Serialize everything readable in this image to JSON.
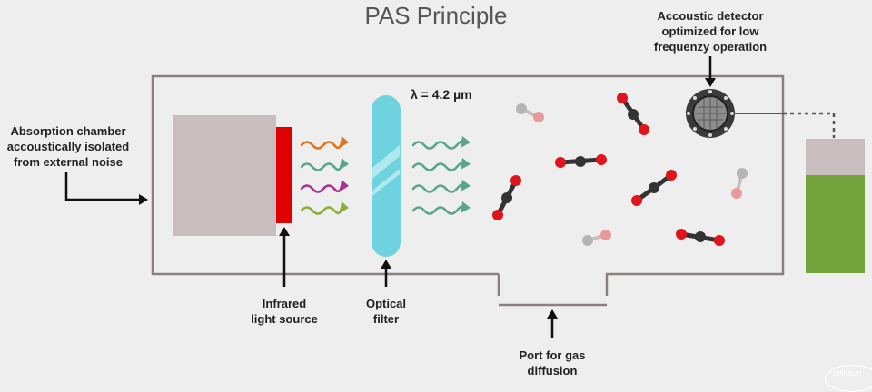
{
  "title": "PAS Principle",
  "labels": {
    "detector": [
      "Accoustic detector",
      "optimized for low",
      "frequenzy operation"
    ],
    "chamber": [
      "Absorption chamber",
      "accoustically isolated",
      "from external noise"
    ],
    "source": [
      "Infrared",
      "light source"
    ],
    "filter": [
      "Optical",
      "filter"
    ],
    "port": [
      "Port for gas",
      "diffusion"
    ],
    "wavelength": "λ = 4.2 µm"
  },
  "logo": "infineon",
  "colors": {
    "chamber_outline": "#8a8080",
    "emitter_block": "#c9bdbf",
    "emitter_red": "#e00000",
    "filter": "#6fd3df",
    "wave_green": "#5aa58e",
    "wave_orange": "#e2731f",
    "wave_purple": "#a8338e",
    "wave_lime": "#8cad3c",
    "oxygen": "#e0151b",
    "carbon": "#333333",
    "hydrogen_pink": "#e89a9a",
    "hydrogen_grey": "#b5b5b5",
    "battery_top": "#c9bdbf",
    "battery_bottom": "#73a33b"
  }
}
